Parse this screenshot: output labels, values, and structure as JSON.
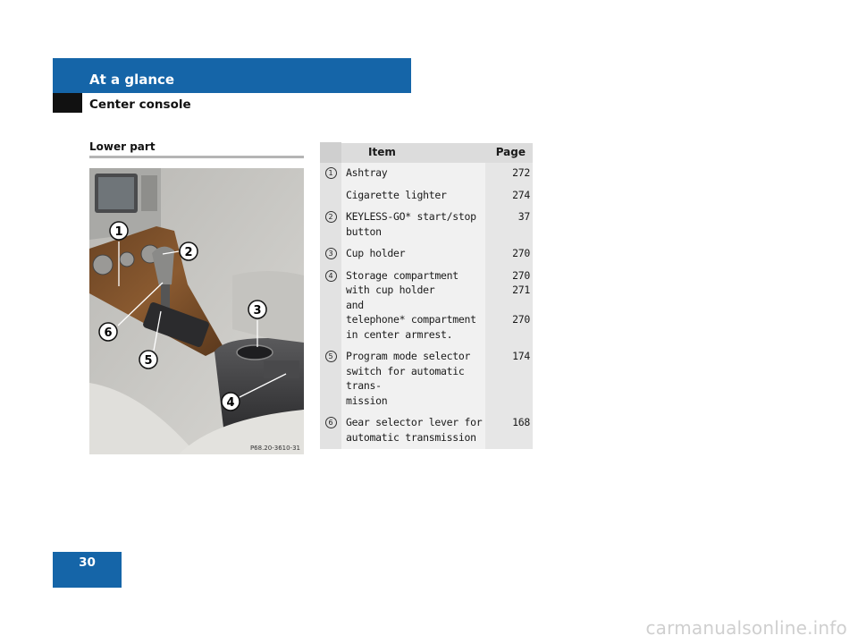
{
  "header": {
    "title": "At a glance",
    "subtitle": "Center console"
  },
  "section": {
    "title": "Lower part"
  },
  "figure": {
    "reference": "P68.20-3610-31",
    "callouts": [
      "1",
      "2",
      "3",
      "4",
      "5",
      "6"
    ]
  },
  "table": {
    "col_item": "Item",
    "col_page": "Page",
    "rows": [
      {
        "num": "1",
        "lines": [
          "Ashtray"
        ],
        "pages": [
          "272"
        ]
      },
      {
        "num": "",
        "lines": [
          "Cigarette lighter"
        ],
        "pages": [
          "274"
        ]
      },
      {
        "num": "2",
        "lines": [
          "KEYLESS-GO* start/stop",
          "button"
        ],
        "pages": [
          "37",
          ""
        ]
      },
      {
        "num": "3",
        "lines": [
          "Cup holder"
        ],
        "pages": [
          "270"
        ]
      },
      {
        "num": "4",
        "lines": [
          "Storage compartment",
          "with cup holder",
          "and",
          "telephone* compartment",
          "in center armrest."
        ],
        "pages": [
          "270",
          "271",
          "",
          "270",
          ""
        ]
      },
      {
        "num": "5",
        "lines": [
          "Program mode selector",
          "switch for automatic trans-",
          "mission"
        ],
        "pages": [
          "174",
          "",
          ""
        ]
      },
      {
        "num": "6",
        "lines": [
          "Gear selector lever for",
          "automatic transmission"
        ],
        "pages": [
          "168",
          ""
        ]
      }
    ]
  },
  "page_number": "30",
  "watermark": "carmanualsonline.info",
  "colors": {
    "header_blue": "#1565a8",
    "header_square": "#111111",
    "table_header_bg": "#dcdcdc"
  }
}
